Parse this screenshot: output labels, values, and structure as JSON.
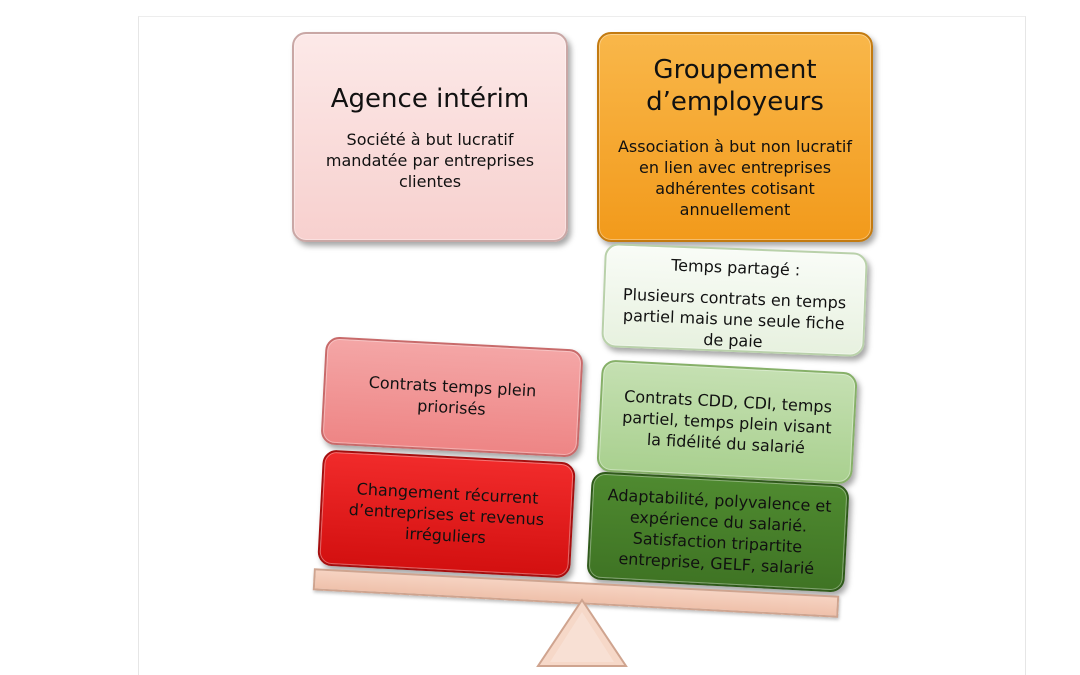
{
  "left_column": {
    "header": {
      "title": "Agence intérim",
      "subtitle": "Société à but lucratif mandatée par entreprises clientes"
    },
    "stack": [
      "Contrats temps plein priorisés",
      "Changement récurrent d’entreprises et revenus irréguliers"
    ]
  },
  "right_column": {
    "header": {
      "title": "Groupement d’employeurs",
      "subtitle": "Association à but non lucratif en lien avec entreprises adhérentes cotisant annuellement"
    },
    "stack": [
      {
        "title": "Temps partagé :",
        "text": "Plusieurs contrats en temps partiel mais une seule fiche de paie"
      },
      {
        "text": "Contrats CDD, CDI, temps partiel, temps plein visant la fidélité du salarié"
      },
      {
        "text": "Adaptabilité, polyvalence et expérience du salarié. Satisfaction tripartite entreprise, GELF, salarié"
      }
    ]
  },
  "colors": {
    "left_header": "#f7d0ce",
    "right_header": "#f29a1b",
    "left_mid": "#ee8585",
    "left_low": "#d31010",
    "right_top": "#e7f1df",
    "right_mid": "#a9d08f",
    "right_low": "#3f7424",
    "balance": "#efc1ab"
  }
}
